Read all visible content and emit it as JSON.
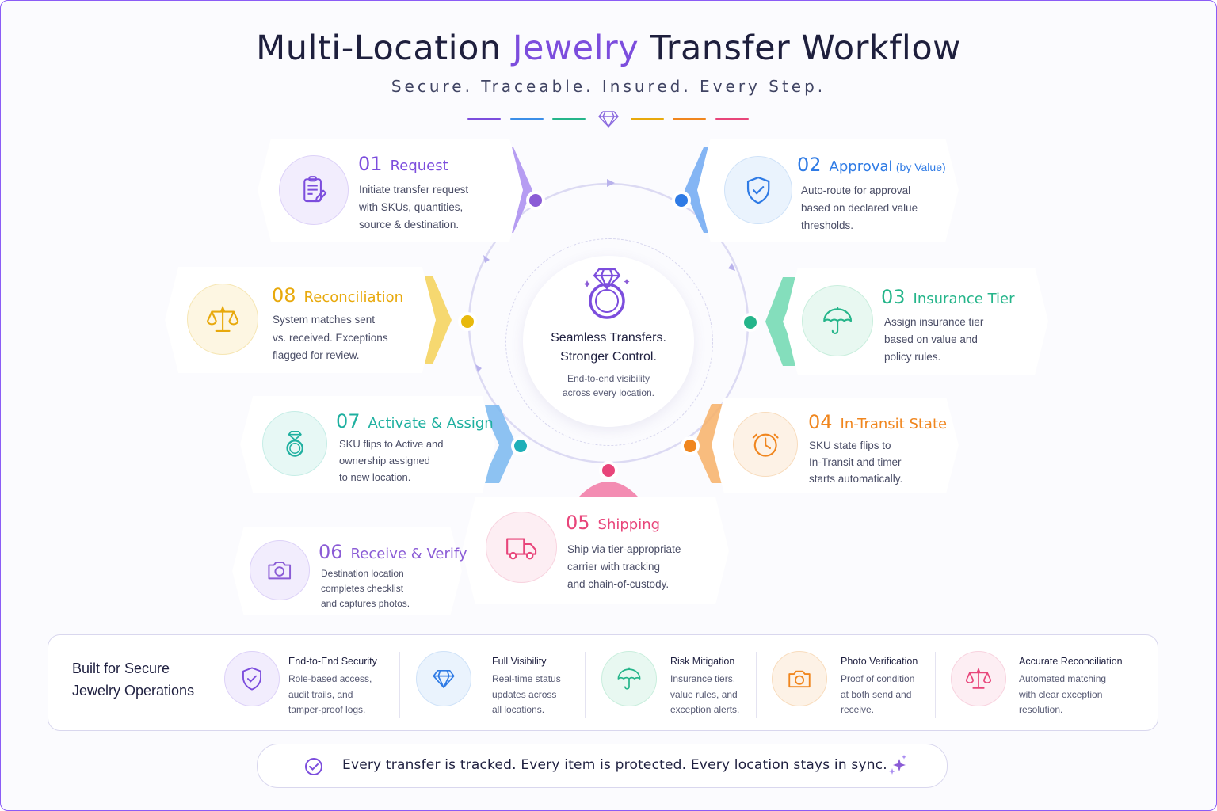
{
  "header": {
    "title_part1": "Multi-Location ",
    "title_highlight": "Jewelry",
    "title_part2": " Transfer Workflow",
    "subtitle": "Secure. Traceable. Insured. Every Step."
  },
  "colors": {
    "purple": "#7c4ddd",
    "blue": "#2f7be5",
    "green": "#25b58a",
    "orange": "#f0861e",
    "pink": "#e8457a",
    "yellow": "#e8a90c",
    "teal": "#1fb0b8",
    "violet": "#8b5cd6"
  },
  "center": {
    "icon": "diamond-ring-icon",
    "title_line1": "Seamless Transfers.",
    "title_line2": "Stronger Control.",
    "desc_line1": "End-to-end visibility",
    "desc_line2": "across every location."
  },
  "steps": [
    {
      "num": "01",
      "title": "Request",
      "sub": "",
      "icon": "clipboard-icon",
      "desc": [
        "Initiate transfer request",
        "with SKUs, quantities,",
        "source & destination."
      ]
    },
    {
      "num": "02",
      "title": "Approval",
      "sub": "(by Value)",
      "icon": "shield-check-icon",
      "desc": [
        "Auto-route for approval",
        "based on declared value",
        "thresholds."
      ]
    },
    {
      "num": "03",
      "title": "Insurance Tier",
      "sub": "",
      "icon": "umbrella-icon",
      "desc": [
        "Assign insurance tier",
        "based on value and",
        "policy rules."
      ]
    },
    {
      "num": "04",
      "title": "In-Transit State",
      "sub": "",
      "icon": "clock-icon",
      "desc": [
        "SKU state flips to",
        "In-Transit and timer",
        "starts automatically."
      ]
    },
    {
      "num": "05",
      "title": "Shipping",
      "sub": "",
      "icon": "truck-icon",
      "desc": [
        "Ship via tier-appropriate",
        "carrier with tracking",
        "and chain-of-custody."
      ]
    },
    {
      "num": "06",
      "title": "Receive & Verify",
      "sub": "",
      "icon": "camera-icon",
      "desc": [
        "Destination location",
        "completes checklist",
        "and captures photos."
      ]
    },
    {
      "num": "07",
      "title": "Activate & Assign",
      "sub": "",
      "icon": "ring-icon",
      "desc": [
        "SKU flips to Active and",
        "ownership assigned",
        "to new location."
      ]
    },
    {
      "num": "08",
      "title": "Reconciliation",
      "sub": "",
      "icon": "scales-icon",
      "desc": [
        "System matches sent",
        "vs. received. Exceptions",
        "flagged for review."
      ]
    }
  ],
  "benefits": {
    "title_line1": "Built for Secure",
    "title_line2": "Jewelry Operations",
    "items": [
      {
        "title": "End-to-End Security",
        "icon": "shield-check-icon",
        "desc": [
          "Role-based access,",
          "audit trails, and",
          "tamper-proof logs."
        ]
      },
      {
        "title": "Full Visibility",
        "icon": "diamond-icon",
        "desc": [
          "Real-time status",
          "updates across",
          "all locations."
        ]
      },
      {
        "title": "Risk Mitigation",
        "icon": "umbrella-icon",
        "desc": [
          "Insurance tiers,",
          "value rules, and",
          "exception alerts."
        ]
      },
      {
        "title": "Photo Verification",
        "icon": "camera-icon",
        "desc": [
          "Proof of condition",
          "at both send and",
          "receive."
        ]
      },
      {
        "title": "Accurate Reconciliation",
        "icon": "scales-icon",
        "desc": [
          "Automated matching",
          "with clear exception",
          "resolution."
        ]
      }
    ]
  },
  "footer": {
    "text": "Every transfer is tracked. Every item is protected. Every location stays in sync.",
    "icon": "check-circle-icon",
    "spark_icon": "sparkle-icon"
  }
}
